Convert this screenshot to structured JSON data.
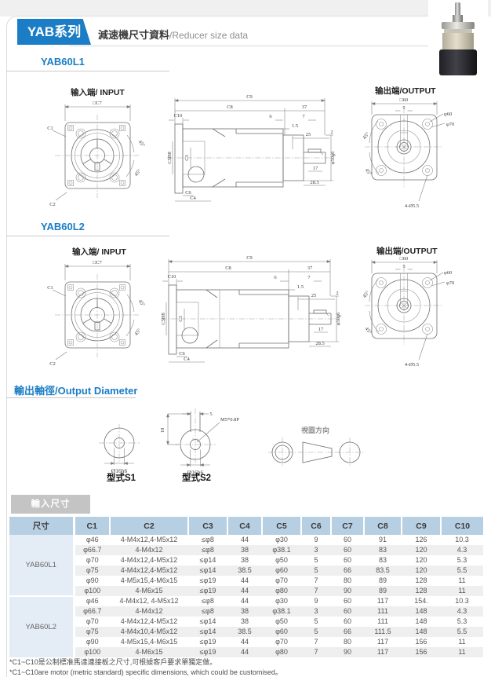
{
  "header": {
    "series_tag": "YAB系列",
    "title_zh": "減速機尺寸資料",
    "title_en": "/Reducer size data"
  },
  "sections": {
    "l1": {
      "label": "YAB60L1",
      "input_title": "输入端/ INPUT",
      "output_title": "输出端/OUTPUT"
    },
    "l2": {
      "label": "YAB60L2",
      "input_title": "输入端/ INPUT",
      "output_title": "输出端/OUTPUT"
    },
    "shaft": {
      "heading": "輸出軸徑/Output Diameter",
      "s1_dia": "Ø16h6",
      "s1_label": "型式S1",
      "s2_key_width": "5",
      "s2_depth": "18",
      "s2_tap": "M5*0.8P",
      "s2_dia": "Ø16h6",
      "s2_label": "型式S2",
      "view_dir": "視圖方向"
    }
  },
  "drawing_labels": {
    "front": {
      "square": "□C7",
      "c1": "C1",
      "c2": "C2",
      "angle": "45°"
    },
    "side": {
      "c9": "C9",
      "c8": "C8",
      "len37": "37",
      "c10": "C10",
      "len6": "6",
      "len7": "7",
      "len1_5": "1.5",
      "len25": "25",
      "len2": "2",
      "bore": "C5H8",
      "c3": "C3",
      "len17": "17",
      "len28_5": "28.5",
      "c6": "C6",
      "c4": "C4",
      "shaft_dia": "φ50g6"
    },
    "output": {
      "square": "□60",
      "key": "5",
      "pilot": "φ60",
      "bolt_circle": "φ70",
      "angle": "45°",
      "holes": "4-Ø5.5"
    }
  },
  "table": {
    "tab": "輸入尺寸",
    "headers": [
      "尺寸",
      "C1",
      "C2",
      "C3",
      "C4",
      "C5",
      "C6",
      "C7",
      "C8",
      "C9",
      "C10"
    ],
    "groups": [
      {
        "name": "YAB60L1",
        "rows": [
          [
            "φ46",
            "4-M4x12,4-M5x12",
            "≤φ8",
            "44",
            "φ30",
            "9",
            "60",
            "91",
            "126",
            "10.3"
          ],
          [
            "φ66.7",
            "4-M4x12",
            "≤φ8",
            "38",
            "φ38.1",
            "3",
            "60",
            "83",
            "120",
            "4.3"
          ],
          [
            "φ70",
            "4-M4x12,4-M5x12",
            "≤φ14",
            "38",
            "φ50",
            "5",
            "60",
            "83",
            "120",
            "5.3"
          ],
          [
            "φ75",
            "4-M4x12,4-M5x12",
            "≤φ14",
            "38.5",
            "φ60",
            "5",
            "66",
            "83.5",
            "120",
            "5.5"
          ],
          [
            "φ90",
            "4-M5x15,4-M6x15",
            "≤φ19",
            "44",
            "φ70",
            "7",
            "80",
            "89",
            "128",
            "11"
          ],
          [
            "φ100",
            "4-M6x15",
            "≤φ19",
            "44",
            "φ80",
            "7",
            "90",
            "89",
            "128",
            "11"
          ]
        ]
      },
      {
        "name": "YAB60L2",
        "rows": [
          [
            "φ46",
            "4-M4x12, 4-M5x12",
            "≤φ8",
            "44",
            "φ30",
            "9",
            "60",
            "117",
            "154.",
            "10.3"
          ],
          [
            "φ66.7",
            "4-M4x12",
            "≤φ8",
            "38",
            "φ38.1",
            "3",
            "60",
            "111",
            "148",
            "4.3"
          ],
          [
            "φ70",
            "4-M4x12,4-M5x12",
            "≤φ14",
            "38",
            "φ50",
            "5",
            "60",
            "111",
            "148",
            "5.3"
          ],
          [
            "φ75",
            "4-M4x10,4-M5x12",
            "≤φ14",
            "38.5",
            "φ60",
            "5",
            "66",
            "111.5",
            "148",
            "5.5"
          ],
          [
            "φ90",
            "4-M5x15,4-M6x15",
            "≤φ19",
            "44",
            "φ70",
            "7",
            "80",
            "117",
            "156",
            "11"
          ],
          [
            "φ100",
            "4-M6x15",
            "≤φ19",
            "44",
            "φ80",
            "7",
            "90",
            "117",
            "156",
            "11"
          ]
        ]
      }
    ]
  },
  "footnotes": {
    "zh": "*C1~C10是公制標准馬達連接板之尺寸,可根據客戶要求單獨定做。",
    "en": "*C1~C10are motor (metric standard) specific dimensions, which could be customised。"
  }
}
